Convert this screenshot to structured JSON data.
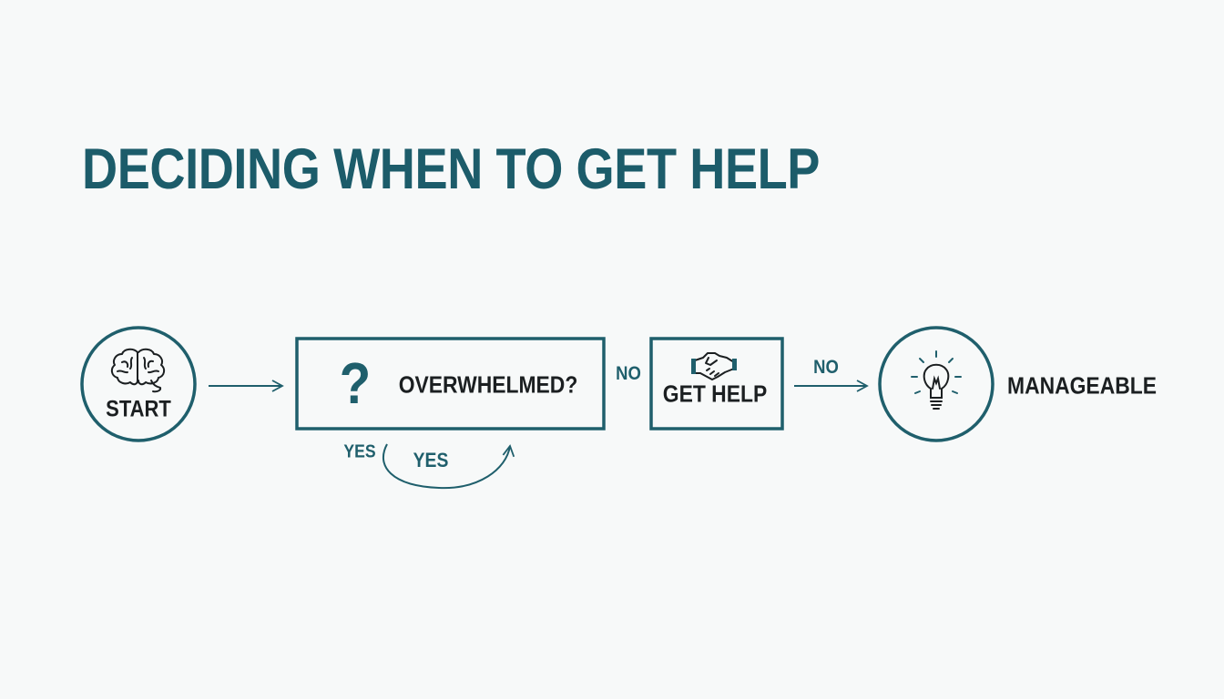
{
  "title": "DECIDING WHEN TO GET HELP",
  "nodes": {
    "start": {
      "label": "START",
      "icon": "brain-icon"
    },
    "question": {
      "label": "OVERWHELMED?",
      "symbol": "?",
      "icon": "question-mark-icon"
    },
    "get_help": {
      "label": "GET HELP",
      "icon": "handshake-icon"
    },
    "manageable": {
      "label": "MANAGEABLE",
      "icon": "lightbulb-icon"
    }
  },
  "edges": {
    "no_to_get_help": "NO",
    "no_to_manageable": "NO",
    "yes_left": "YES",
    "yes_loop": "YES"
  },
  "colors": {
    "accent": "#1f5f6c",
    "text": "#1b1f21",
    "background": "#f7f9f9"
  }
}
